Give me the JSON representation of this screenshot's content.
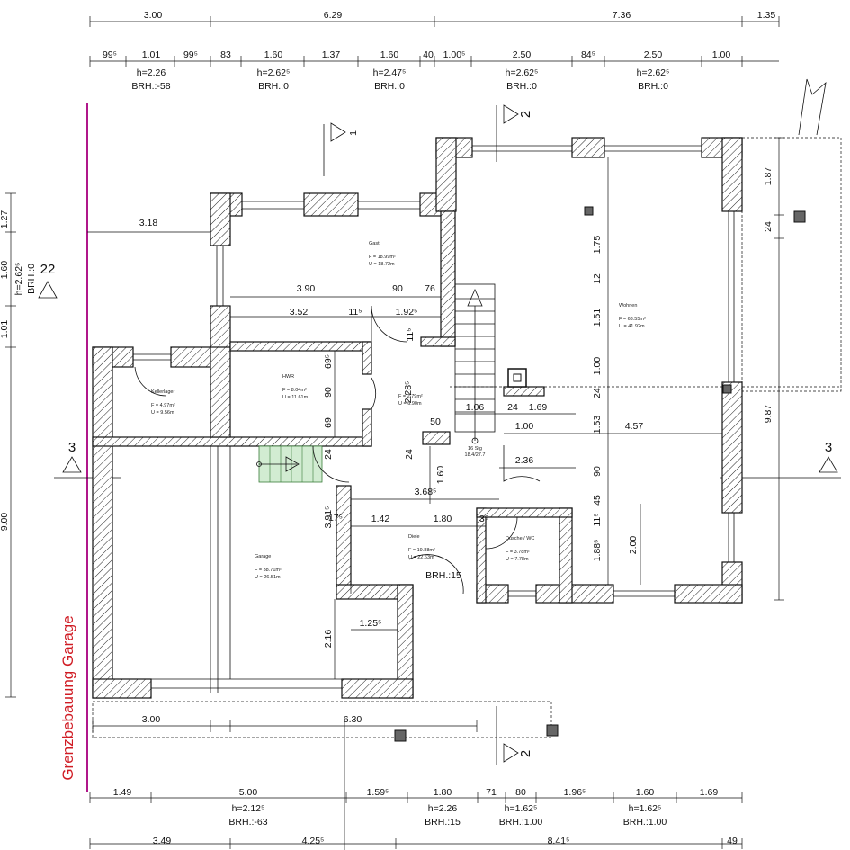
{
  "top_dims_row1": [
    "3.00",
    "6.29",
    "7.36",
    "1.35"
  ],
  "top_dims_row2": [
    "99⁵",
    "1.01",
    "99⁵",
    "83",
    "1.60",
    "1.37",
    "1.60",
    "40",
    "1.00⁵",
    "2.50",
    "84⁵",
    "2.50",
    "1.00"
  ],
  "top_window_specs": [
    {
      "h": "h=2.26",
      "brh": "BRH.:-58"
    },
    {
      "h": "h=2.62⁵",
      "brh": "BRH.:0"
    },
    {
      "h": "h=2.47⁵",
      "brh": "BRH.:0"
    },
    {
      "h": "h=2.62⁵",
      "brh": "BRH.:0"
    },
    {
      "h": "h=2.62⁵",
      "brh": "BRH.:0"
    }
  ],
  "bottom_dims_row1": [
    "1.49",
    "5.00",
    "1.59⁵",
    "1.80",
    "71",
    "80",
    "1.96⁵",
    "1.60",
    "1.69"
  ],
  "bottom_window_specs": [
    {
      "h": "h=2.12⁵",
      "brh": "BRH.:-63"
    },
    {
      "h": "h=2.26",
      "brh": "BRH.:15"
    },
    {
      "h": "h=1.62⁵",
      "brh": "BRH.:1.00"
    },
    {
      "h": "h=1.62⁵",
      "brh": "BRH.:1.00"
    }
  ],
  "bottom_dims_row2": [
    "3.49",
    "4.25⁵",
    "8.41⁵",
    "49"
  ],
  "left_dims": [
    "1.27",
    "1.60",
    "1.01",
    "9.00"
  ],
  "left_window_spec": {
    "h": "h=2.62⁵",
    "brh": "BRH.:0",
    "code": "22"
  },
  "right_dims": [
    "1.87",
    "24",
    "9.87"
  ],
  "section_marks": {
    "one": "1",
    "two_top": "2",
    "two_bottom": "2",
    "three_left": "3",
    "three_right": "3"
  },
  "boundary_label": "Grenzbebauung Garage",
  "rooms": [
    {
      "name": "Gast",
      "area": "F = 18.99m²",
      "perimeter": "U = 18.72m"
    },
    {
      "name": "Wohnen",
      "area": "F = 63.55m²",
      "perimeter": "U = 41.92m"
    },
    {
      "name": "Kellerlager",
      "area": "F = 4.97m²",
      "perimeter": "U = 9.56m"
    },
    {
      "name": "HWR",
      "area": "F = 8.04m²",
      "perimeter": "U = 11.61m"
    },
    {
      "name": "Garage",
      "area": "F = 38.71m²",
      "perimeter": "U = 26.51m"
    },
    {
      "name": "Diele",
      "area": "F = 19.88m²",
      "perimeter": "U = 22.63m"
    },
    {
      "name": "Dusche / WC",
      "area": "F = 3.78m²",
      "perimeter": "U = 7.78m"
    },
    {
      "name": "",
      "area": "F = 2.79m²",
      "perimeter": "U = 6.90m"
    }
  ],
  "stair_label": "16 Stg\n18.4/27.7",
  "interior_dims": {
    "d318": "3.18",
    "d390": "3.90",
    "d90a": "90",
    "d76": "76",
    "d352": "3.52",
    "d11a": "11⁵",
    "d192": "1.92⁵",
    "d11b": "11⁵",
    "d695": "69⁵",
    "d90b": "90",
    "d69": "69",
    "d24a": "24",
    "d228": "2.28⁵",
    "d50": "50",
    "d24b": "24",
    "d106": "1.06",
    "d24c": "24",
    "d169": "1.69",
    "d100a": "1.00",
    "d457": "4.57",
    "d160": "1.60",
    "d236": "2.36",
    "d368": "3.68⁵",
    "d391": "3.91⁵",
    "d17": "17⁵",
    "d142": "1.42",
    "d180": "1.80",
    "d3": "3⁵",
    "d175": "1.75",
    "d12": "12",
    "d151": "1.51",
    "d100b": "1.00",
    "d24d": "24",
    "d153": "1.53",
    "d90c": "90",
    "d45": "45",
    "d11c": "11⁵",
    "d188": "1.88⁵",
    "d200": "2.00",
    "d216": "2.16",
    "d125": "1.25⁵",
    "d300": "3.00",
    "d630": "6.30",
    "brh15": "BRH.:15"
  }
}
